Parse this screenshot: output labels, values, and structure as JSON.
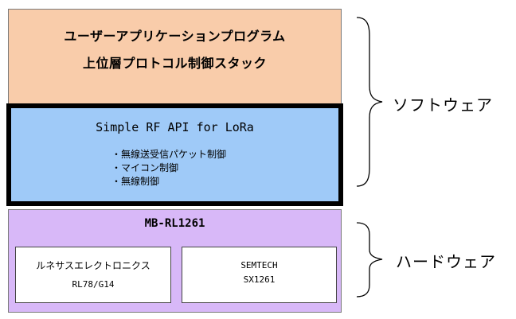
{
  "software_stack": {
    "app_layer": {
      "line1": "ユーザーアプリケーションプログラム",
      "line2": "上位層プロトコル制御スタック"
    },
    "api_layer": {
      "title": "Simple RF API for LoRa",
      "features": [
        "・無線送受信パケット制御",
        "・マイコン制御",
        "・無線制御"
      ]
    }
  },
  "hardware": {
    "module": "MB-RL1261",
    "mcu": {
      "vendor": "ルネサスエレクトロニクス",
      "part": "RL78/G14"
    },
    "radio": {
      "vendor": "SEMTECH",
      "part": "SX1261"
    }
  },
  "labels": {
    "software": "ソフトウェア",
    "hardware": "ハードウェア"
  }
}
